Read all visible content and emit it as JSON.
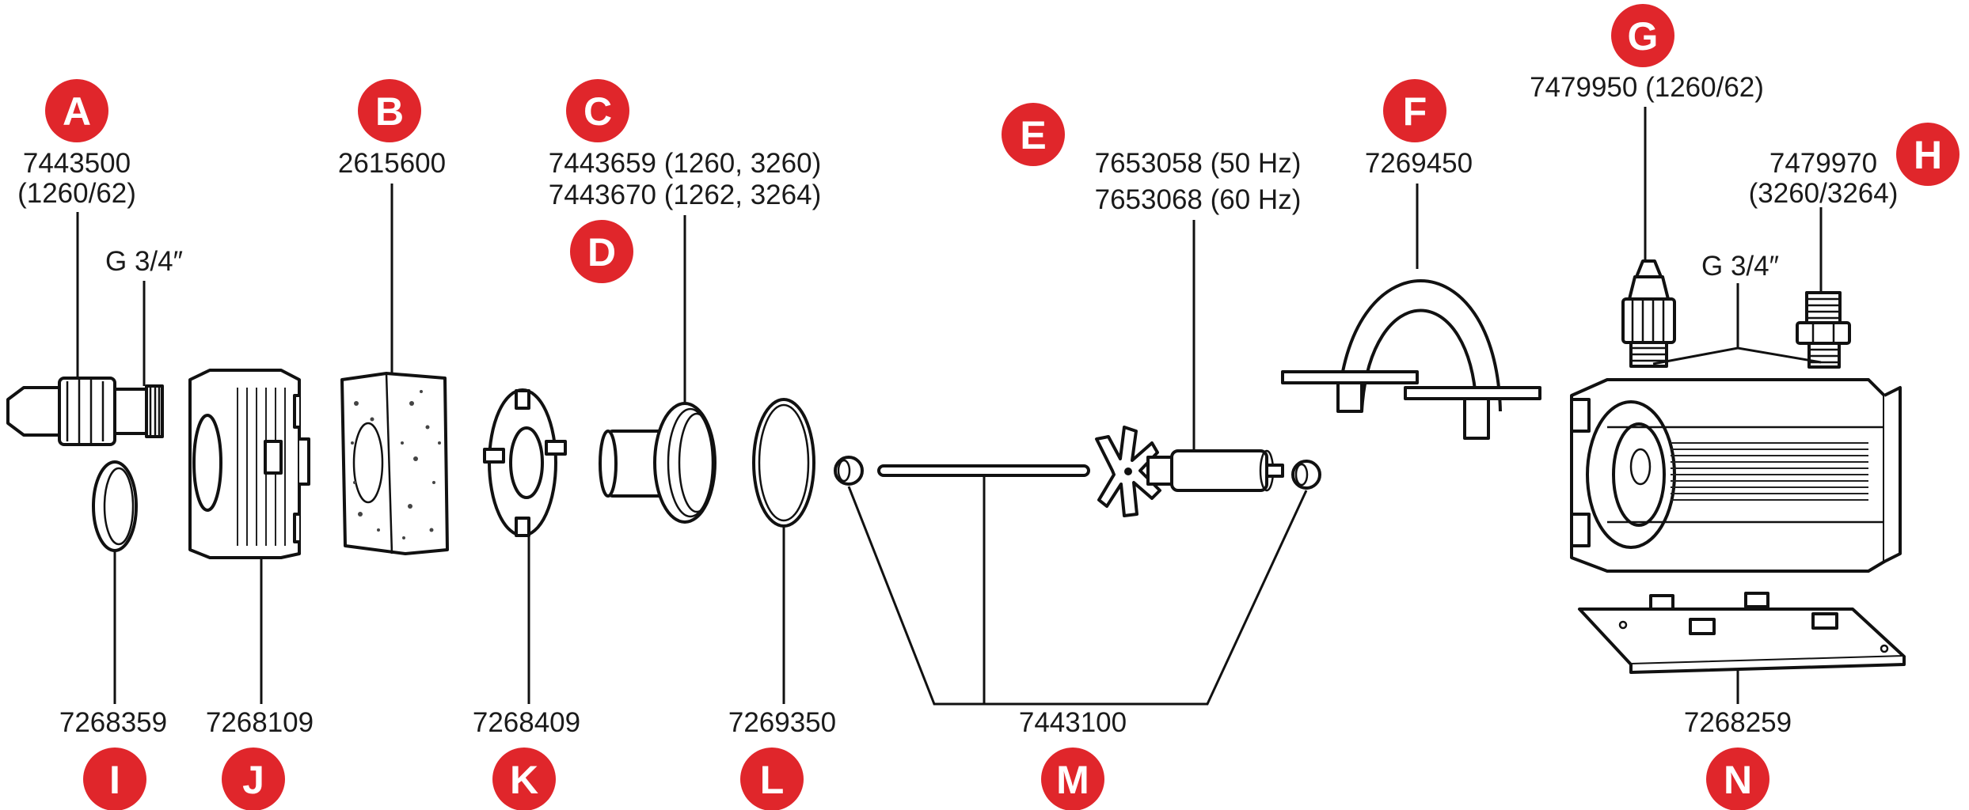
{
  "badge_color": "#e0262b",
  "callouts": {
    "A": {
      "letter": "A",
      "lines": [
        "7443500",
        "(1260/62)"
      ]
    },
    "A_thread": {
      "lines": [
        "G 3/4″"
      ]
    },
    "B": {
      "letter": "B",
      "lines": [
        "2615600"
      ]
    },
    "C": {
      "letter": "C",
      "lines": [
        "7443659 (1260, 3260)"
      ]
    },
    "D": {
      "letter": "D",
      "lines": [
        "7443670 (1262, 3264)"
      ]
    },
    "E": {
      "letter": "E",
      "lines": [
        "7653058  (50 Hz)",
        "7653068  (60 Hz)"
      ]
    },
    "F": {
      "letter": "F",
      "lines": [
        "7269450"
      ]
    },
    "G": {
      "letter": "G",
      "lines": [
        "7479950 (1260/62)"
      ]
    },
    "H": {
      "letter": "H",
      "lines": [
        "7479970",
        "(3260/3264)"
      ]
    },
    "GH_thread": {
      "lines": [
        "G 3/4″"
      ]
    },
    "I": {
      "letter": "I",
      "lines": [
        "7268359"
      ]
    },
    "J": {
      "letter": "J",
      "lines": [
        "7268109"
      ]
    },
    "K": {
      "letter": "K",
      "lines": [
        "7268409"
      ]
    },
    "L": {
      "letter": "L",
      "lines": [
        "7269350"
      ]
    },
    "M": {
      "letter": "M",
      "lines": [
        "7443100"
      ]
    },
    "N": {
      "letter": "N",
      "lines": [
        "7268259"
      ]
    }
  }
}
